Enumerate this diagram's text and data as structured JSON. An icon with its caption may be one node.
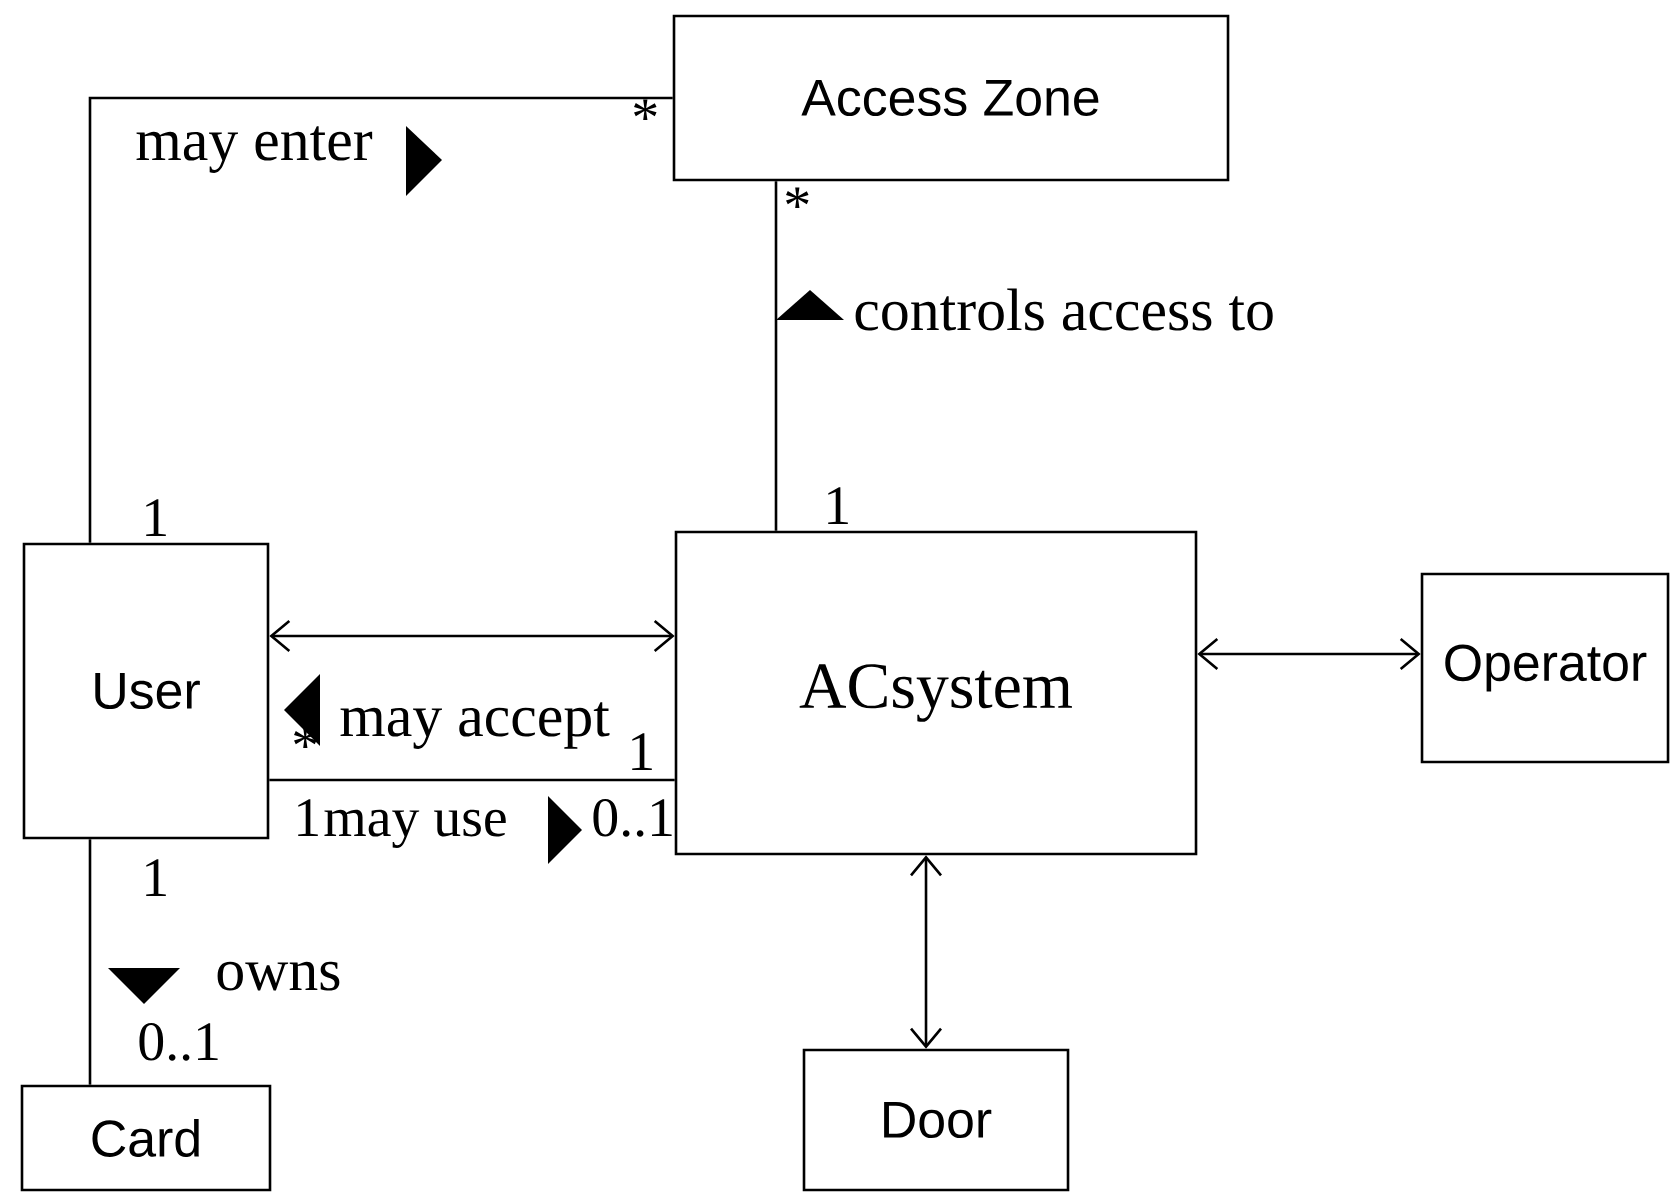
{
  "diagram": {
    "nodes": [
      {
        "text": [
          "Access Zone"
        ]
      },
      {
        "text": [
          "User"
        ]
      },
      {
        "text": [
          "ACsystem"
        ]
      },
      {
        "text": [
          "Operator"
        ]
      },
      {
        "text": [
          "Door"
        ]
      },
      {
        "text": [
          "Card"
        ]
      }
    ],
    "edges": [
      {
        "from": 1,
        "to": 0,
        "arrow": "none",
        "label": "may enter"
      },
      {
        "from": 1,
        "to": 2,
        "arrow": "both"
      },
      {
        "from": 1,
        "to": 2,
        "arrow": "none",
        "label": "may accept"
      },
      {
        "from": 0,
        "to": 2,
        "arrow": "none",
        "label": "controls access to"
      },
      {
        "from": 2,
        "to": 3,
        "arrow": "both"
      },
      {
        "from": 2,
        "to": 4,
        "arrow": "both"
      },
      {
        "from": 1,
        "to": 5,
        "arrow": "none",
        "label": "owns"
      }
    ],
    "labels": [
      "*",
      "*",
      "1",
      "1",
      "*",
      "1",
      "1",
      "may use",
      "0..1",
      "1",
      "0..1"
    ]
  }
}
